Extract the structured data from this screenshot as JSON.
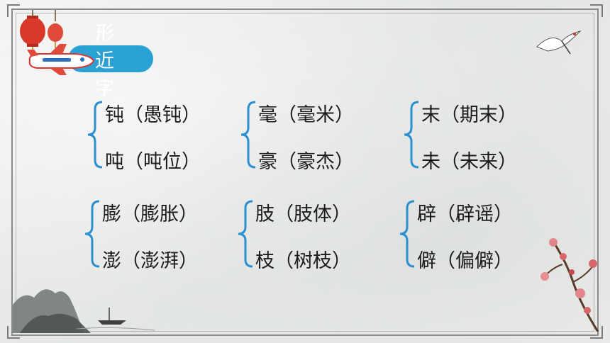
{
  "section_title": "形近字",
  "groups": [
    {
      "top": "钝（愚钝）",
      "bottom": "吨（吨位）"
    },
    {
      "top": "毫（毫米）",
      "bottom": "豪（豪杰）"
    },
    {
      "top": "末（期末）",
      "bottom": "未（未来）"
    },
    {
      "top": "膨（膨胀）",
      "bottom": "澎（澎湃）"
    },
    {
      "top": "肢（肢体）",
      "bottom": "枝（树枝）"
    },
    {
      "top": "辟（辟谣）",
      "bottom": "僻（偏僻）"
    }
  ],
  "colors": {
    "accent": "#2aa2d6",
    "brace": "#2b8fd0",
    "text": "#1c1c1c",
    "lantern": "#d9392b"
  }
}
